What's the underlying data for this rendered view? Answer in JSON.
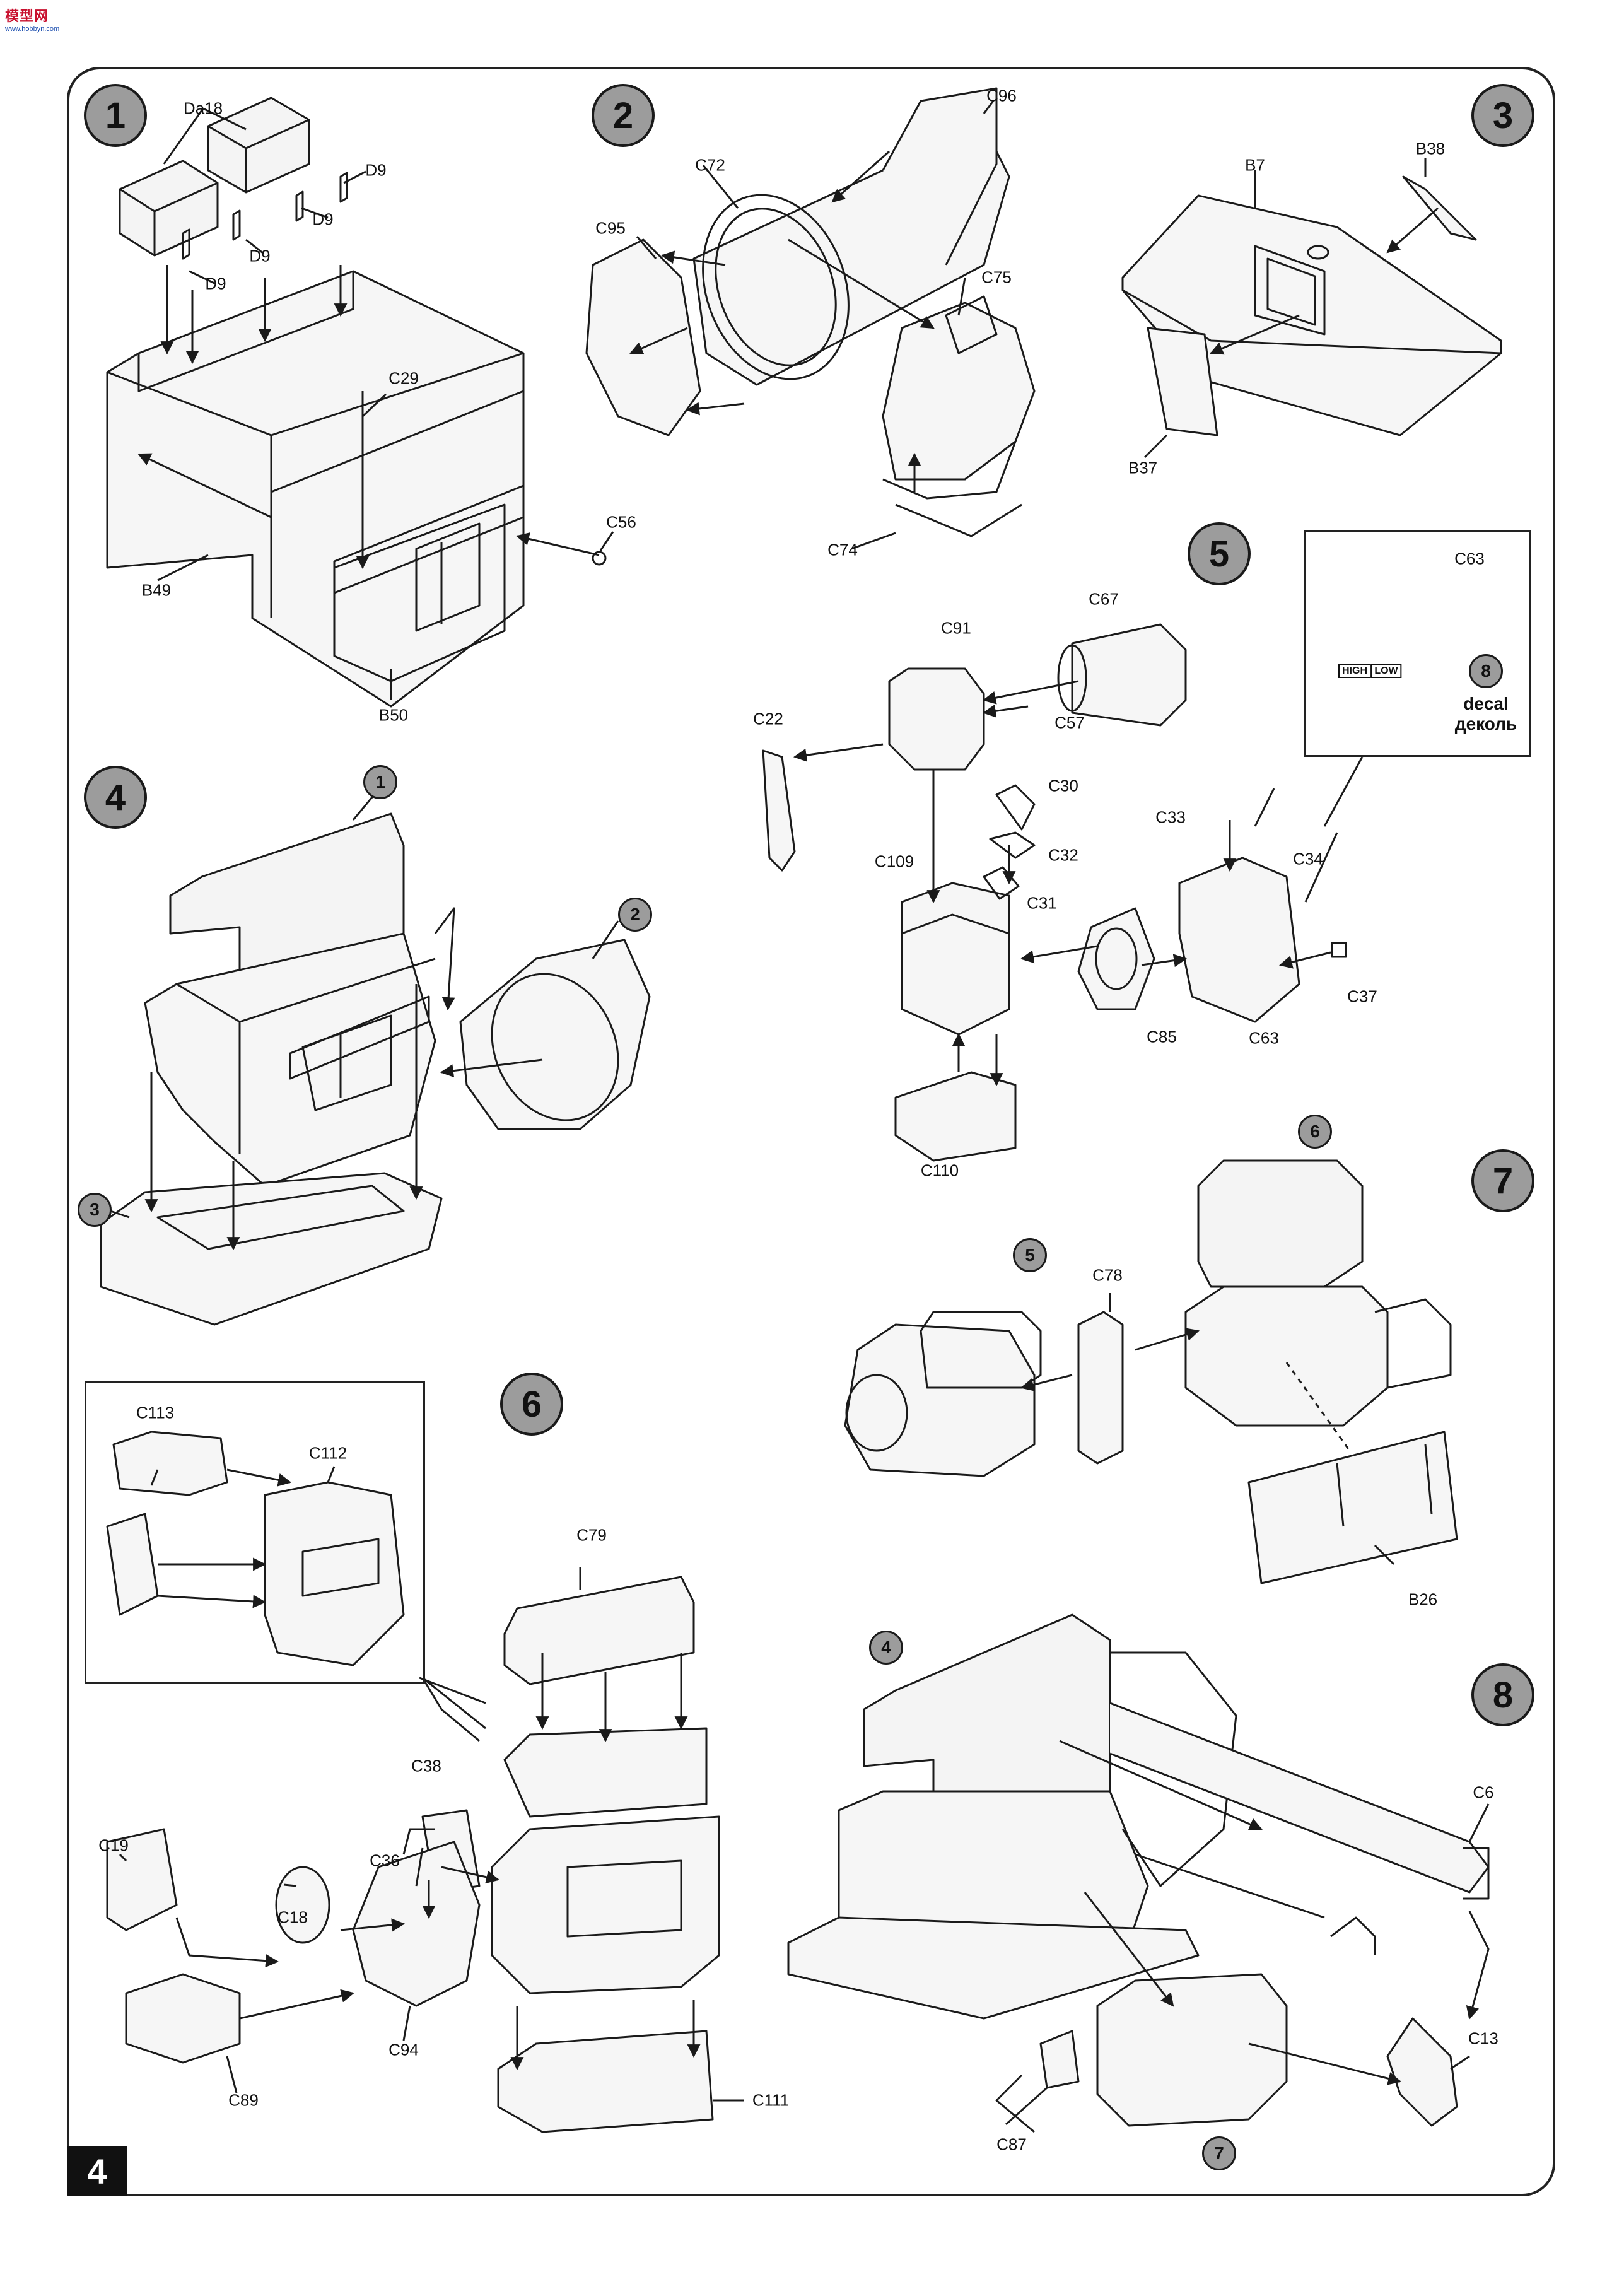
{
  "page_number": "4",
  "logo": {
    "text": "模型网",
    "subtext": "www.hobbyn.com"
  },
  "steps": [
    {
      "num": "1"
    },
    {
      "num": "2"
    },
    {
      "num": "3"
    },
    {
      "num": "4"
    },
    {
      "num": "5"
    },
    {
      "num": "6"
    },
    {
      "num": "7"
    },
    {
      "num": "8"
    }
  ],
  "sub_refs": {
    "s4_ref1": "1",
    "s4_ref2": "2",
    "s4_ref3": "3",
    "s7_ref5": "5",
    "s7_ref6": "6",
    "s8_ref4": "4",
    "s8_ref7": "7",
    "inset5_decal": "8"
  },
  "labels": {
    "da18": "Da18",
    "d9a": "D9",
    "d9b": "D9",
    "d9c": "D9",
    "d9d": "D9",
    "c29": "C29",
    "c56": "C56",
    "b49": "B49",
    "b50": "B50",
    "c96": "C96",
    "c72": "C72",
    "c95": "C95",
    "c75": "C75",
    "c74": "C74",
    "b7": "B7",
    "b38": "B38",
    "b37": "B37",
    "c91": "C91",
    "c67": "C67",
    "c22": "C22",
    "c57": "C57",
    "c30": "C30",
    "c32": "C32",
    "c31": "C31",
    "c109": "C109",
    "c110": "C110",
    "c33": "C33",
    "c34": "C34",
    "c37": "C37",
    "c85": "C85",
    "c63": "C63",
    "c63_inset": "C63",
    "c78": "C78",
    "b26": "B26",
    "c113": "C113",
    "c112": "C112",
    "c79": "C79",
    "c38": "C38",
    "c19": "C19",
    "c36": "C36",
    "c18": "C18",
    "c89": "C89",
    "c94": "C94",
    "c111": "C111",
    "c6": "C6",
    "c13": "C13",
    "c87": "C87"
  },
  "decal": {
    "high": "HIGH",
    "low": "LOW",
    "line1": "decal",
    "line2": "деколь"
  }
}
